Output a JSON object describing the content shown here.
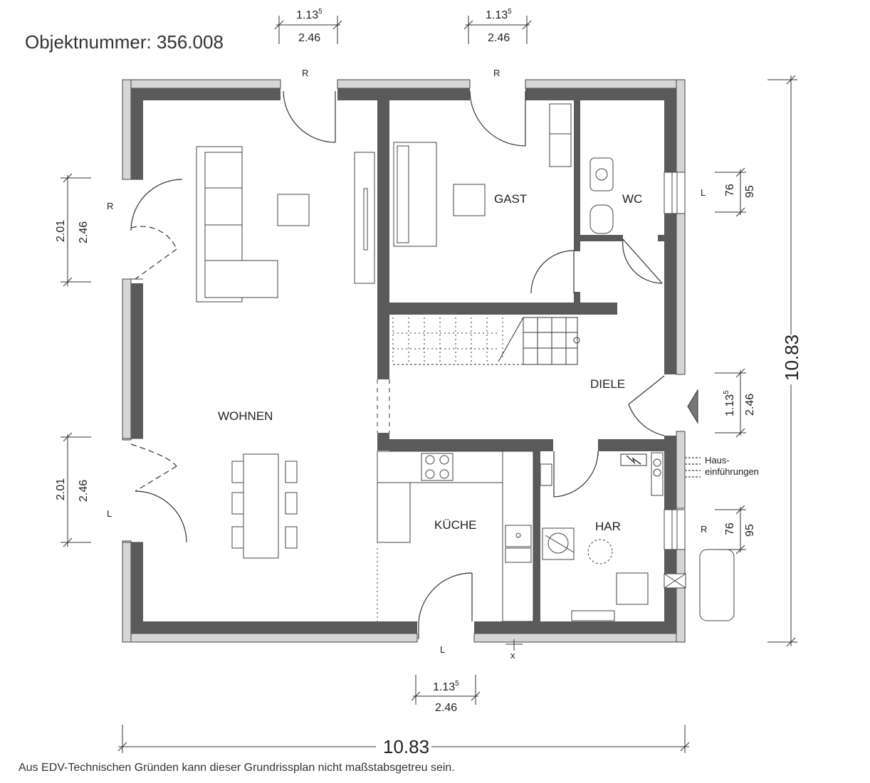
{
  "object_number": "Objektnummer: 356.008",
  "footer_note": "Aus EDV-Technischen Gründen kann dieser Grundrissplan nicht maßstabsgetreu sein.",
  "rooms": {
    "wohnen": "WOHNEN",
    "gast": "GAST",
    "wc": "WC",
    "diele": "DIELE",
    "kueche": "KÜCHE",
    "har": "HAR"
  },
  "dimensions": {
    "overall_width": "10.83",
    "overall_height": "10.83",
    "window_width": "2.46",
    "sill_height": "1.13",
    "sill_sup": "5",
    "terrace_door_height": "2.01",
    "small_window_width": "95",
    "small_window_height": "76"
  },
  "window_marks": {
    "right": "R",
    "left": "L",
    "fixed": "x"
  },
  "annotations": {
    "haus_line1": "Haus-",
    "haus_line2": "einführungen"
  },
  "colors": {
    "wall_outer": "#d6d6d6",
    "wall_inner": "#5a5a5a",
    "line": "#333333"
  }
}
